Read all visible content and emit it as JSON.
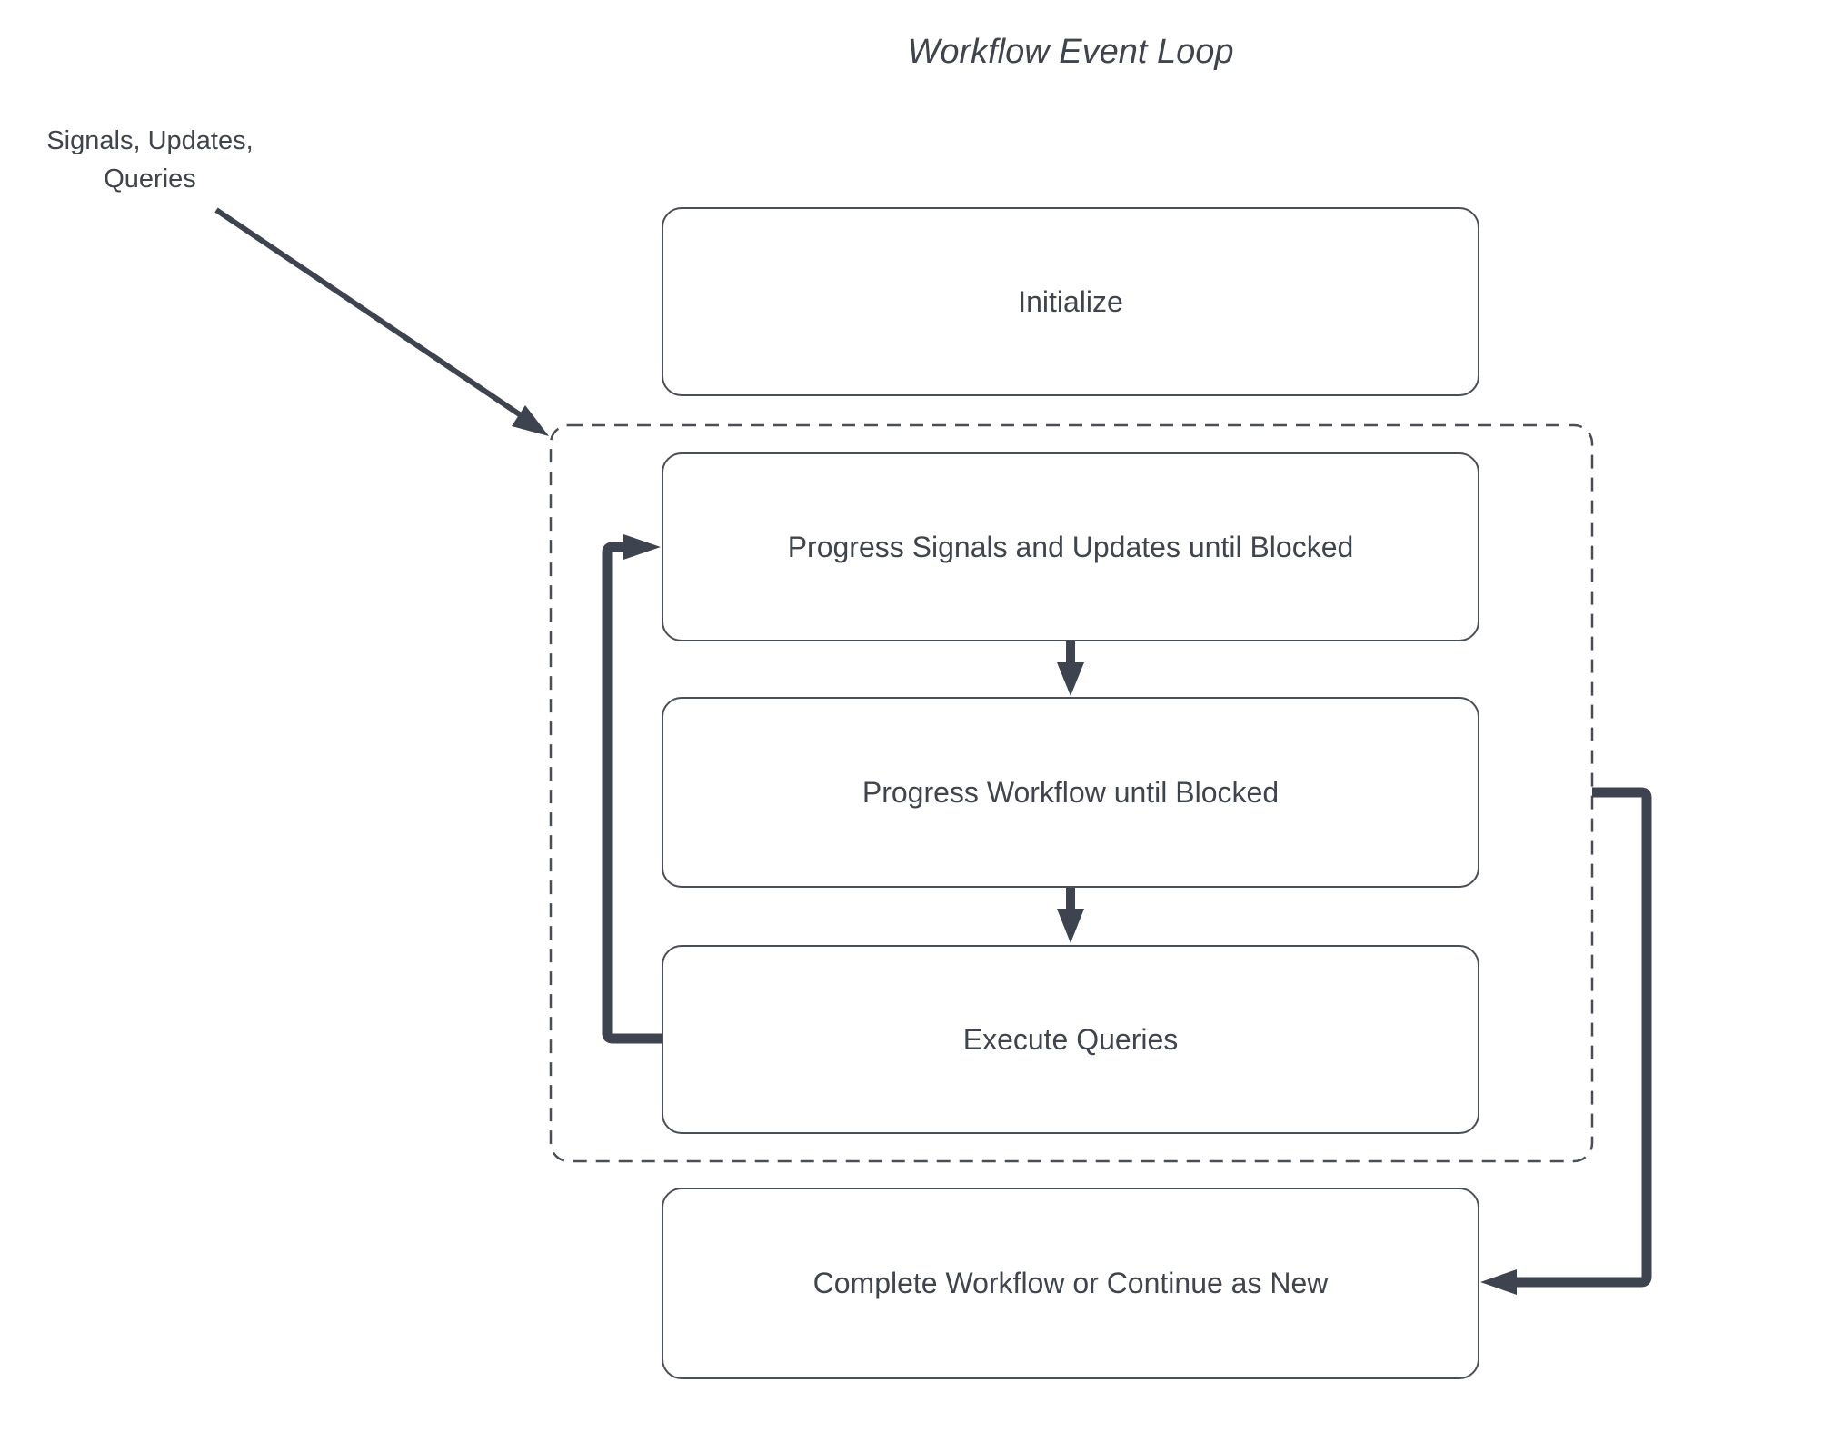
{
  "title": "Workflow Event Loop",
  "annotation": {
    "label": "Signals, Updates,\nQueries"
  },
  "nodes": {
    "initialize": {
      "label": "Initialize"
    },
    "progress_signals": {
      "label": "Progress Signals and Updates until Blocked"
    },
    "progress_workflow": {
      "label": "Progress Workflow until Blocked"
    },
    "execute_queries": {
      "label": "Execute Queries"
    },
    "complete": {
      "label": "Complete Workflow or Continue as New"
    }
  },
  "colors": {
    "ink": "#3e4350",
    "border": "#4a4e55",
    "text": "#40454d",
    "bg": "#ffffff"
  }
}
